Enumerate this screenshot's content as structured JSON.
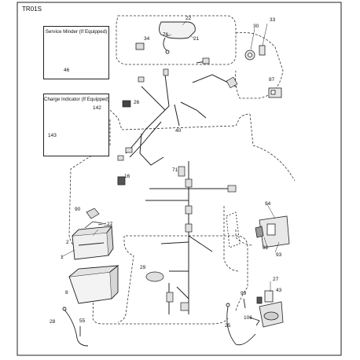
{
  "diagram_id": "TR01S",
  "insets": {
    "service_minder": "Service Minder (If Equipped)",
    "charge_indicator": "Charge Indicator (If Equipped)"
  },
  "part_labels": {
    "p22": "22",
    "p76": "76",
    "p21": "21",
    "p34": "34",
    "p30": "30",
    "p33": "33",
    "p46": "46",
    "p87": "87",
    "p26": "26",
    "p142": "142",
    "p143": "143",
    "p40": "40",
    "p16": "16",
    "p71": "71",
    "p90": "90",
    "p27a": "27",
    "p2": "2",
    "p1": "1",
    "p29": "29",
    "p94": "94",
    "p92": "92",
    "p93": "93",
    "p8": "8",
    "p27b": "27",
    "p43": "43",
    "p99": "99",
    "p106": "106",
    "p28": "28",
    "p55": "55",
    "p25": "25"
  }
}
